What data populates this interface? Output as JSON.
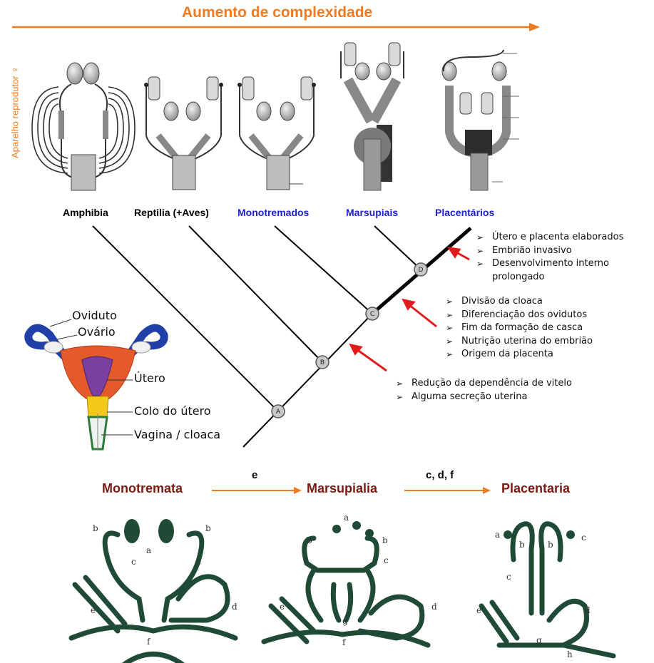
{
  "header": {
    "title": "Aumento de complexidade",
    "side_label": "Aparelho reprodutor ♀"
  },
  "taxa": [
    {
      "label": "Amphibia",
      "color": "#000000"
    },
    {
      "label": "Reptilia (+Aves)",
      "color": "#000000"
    },
    {
      "label": "Monotremados",
      "color": "#1d22c8"
    },
    {
      "label": "Marsupiais",
      "color": "#1d22c8"
    },
    {
      "label": "Placentários",
      "color": "#1d22c8"
    }
  ],
  "nodes": [
    "A",
    "B",
    "C",
    "D"
  ],
  "characters": {
    "D": [
      "Útero e placenta elaborados",
      "Embrião invasivo",
      "Desenvolvimento interno",
      "prolongado"
    ],
    "C": [
      "Divisão da cloaca",
      "Diferenciação dos ovidutos",
      "Fim da formação de casca",
      "Nutrição uterina do embrião",
      "Origem da placenta"
    ],
    "B": [
      "Redução da dependência de vitelo",
      "Alguma secreção uterina"
    ]
  },
  "uterus_labels": [
    "Oviduto",
    "Ovário",
    "Útero",
    "Colo do útero",
    "Vagina / cloaca"
  ],
  "bottom": {
    "stages": [
      "Monotremata",
      "Marsupialia",
      "Placentaria"
    ],
    "transitions": [
      "e",
      "c, d, f"
    ],
    "letters": [
      "a",
      "b",
      "c",
      "d",
      "e",
      "f",
      "g",
      "h"
    ]
  },
  "colors": {
    "accent": "#ef7a1f",
    "placental_blue": "#1d22c8",
    "arrow_red": "#e01b1b",
    "stage_dark_red": "#7b1a12",
    "tract_green": "#1f4a35"
  }
}
